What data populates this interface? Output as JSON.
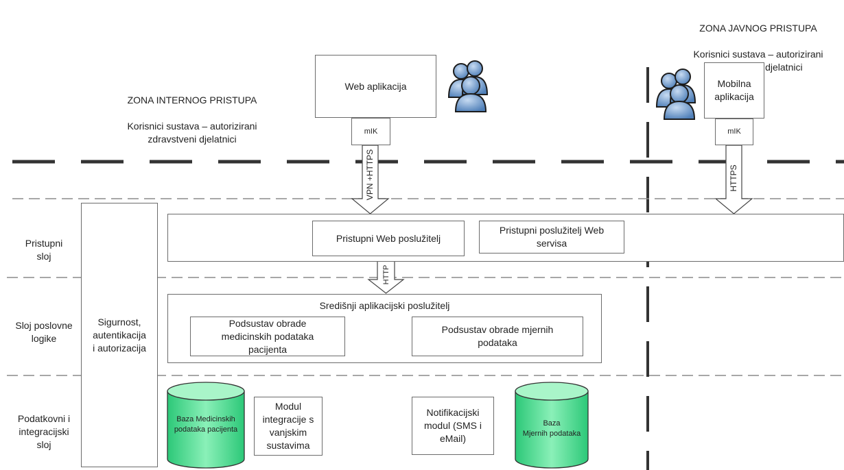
{
  "zones": {
    "internal": {
      "title": "ZONA INTERNOG PRISTUPA",
      "subtitle": "Korisnici sustava – autorizirani\nzdravstveni djelatnici"
    },
    "public": {
      "title": "ZONA JAVNOG PRISTUPA",
      "subtitle": "Korisnici sustava – autorizirani\nzdravstveni djelatnici"
    }
  },
  "clients": {
    "web_app": "Web aplikacija",
    "web_mik": "mIK",
    "mobile_app": "Mobilna\naplikacija",
    "mobile_mik": "mIK"
  },
  "arrows": {
    "vpn": "VPN +HTTPS",
    "https": "HTTPS",
    "http": "HTTP"
  },
  "layers": {
    "access": "Pristupni\nsloj",
    "business": "Sloj poslovne\nlogike",
    "data": "Podatkovni i\nintegracijski\nsloj"
  },
  "security": "Sigurnost,\nautentikacija\ni autorizacija",
  "access_layer": {
    "web_server": "Pristupni Web poslužitelj",
    "ws_server": "Pristupni poslužitelj Web\nservisa"
  },
  "business_layer": {
    "app_server": "Središnji aplikacijski poslužitelj",
    "medical_subsystem": "Podsustav obrade\nmedicinskih podataka\npacijenta",
    "measurement_subsystem": "Podsustav obrade mjernih\npodataka"
  },
  "data_layer": {
    "medical_db": "Baza Medicinskih\npodataka pacijenta",
    "integration_module": "Modul\nintegracije s\nvanjskim\nsustavima",
    "notification_module": "Notifikacijski\nmodul (SMS i\neMail)",
    "measurement_db": "Baza\nMjernih podataka"
  },
  "colors": {
    "db_fill": "#3fe08c",
    "db_top": "#a9f5c9",
    "users_fill": "#8fb3dc",
    "users_dark": "#4f79ad",
    "line": "#444444",
    "dashed": "#8a8a8a"
  }
}
